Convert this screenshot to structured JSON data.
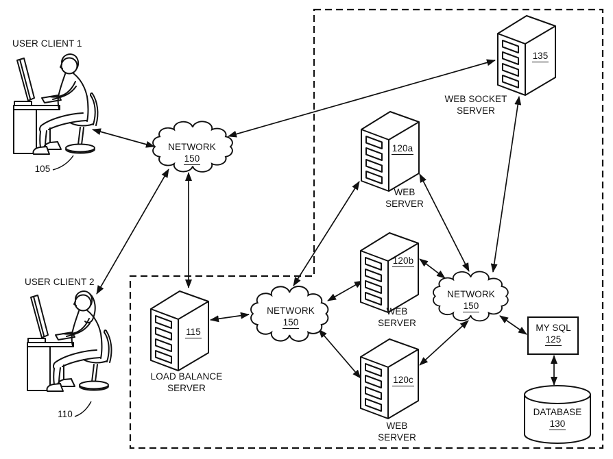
{
  "diagram": {
    "colors": {
      "background": "#ffffff",
      "line": "#111111"
    },
    "nodes": {
      "user_client_1": {
        "label": "USER CLIENT 1",
        "ref": "105",
        "type": "user-workstation"
      },
      "user_client_2": {
        "label": "USER CLIENT 2",
        "ref": "110",
        "type": "user-workstation"
      },
      "network_upper": {
        "label": "NETWORK",
        "ref": "150",
        "type": "cloud"
      },
      "network_middle": {
        "label": "NETWORK",
        "ref": "150",
        "type": "cloud"
      },
      "network_right": {
        "label": "NETWORK",
        "ref": "150",
        "type": "cloud"
      },
      "web_socket_server": {
        "label": "WEB SOCKET SERVER",
        "ref": "135",
        "type": "server-tower"
      },
      "web_server_a": {
        "label": "WEB SERVER",
        "ref": "120a",
        "type": "server-tower"
      },
      "web_server_b": {
        "label": "WEB SERVER",
        "ref": "120b",
        "type": "server-tower"
      },
      "web_server_c": {
        "label": "WEB SERVER",
        "ref": "120c",
        "type": "server-tower"
      },
      "load_balance_server": {
        "label": "LOAD BALANCE SERVER",
        "ref": "115",
        "type": "server-tower"
      },
      "mysql": {
        "label": "MY SQL",
        "ref": "125",
        "type": "box"
      },
      "database": {
        "label": "DATABASE",
        "ref": "130",
        "type": "cylinder"
      }
    },
    "connections": [
      {
        "from": "user_client_1",
        "to": "network_upper",
        "bidirectional": true
      },
      {
        "from": "user_client_2",
        "to": "network_upper",
        "bidirectional": true
      },
      {
        "from": "network_upper",
        "to": "web_socket_server",
        "bidirectional": true
      },
      {
        "from": "network_upper",
        "to": "load_balance_server",
        "bidirectional": true
      },
      {
        "from": "load_balance_server",
        "to": "network_middle",
        "bidirectional": true
      },
      {
        "from": "network_middle",
        "to": "web_server_a",
        "bidirectional": true
      },
      {
        "from": "network_middle",
        "to": "web_server_b",
        "bidirectional": true
      },
      {
        "from": "network_middle",
        "to": "web_server_c",
        "bidirectional": true
      },
      {
        "from": "web_server_a",
        "to": "network_right",
        "bidirectional": true
      },
      {
        "from": "web_server_b",
        "to": "network_right",
        "bidirectional": true
      },
      {
        "from": "web_server_c",
        "to": "network_right",
        "bidirectional": true
      },
      {
        "from": "network_right",
        "to": "web_socket_server",
        "bidirectional": true
      },
      {
        "from": "network_right",
        "to": "mysql",
        "bidirectional": true
      },
      {
        "from": "mysql",
        "to": "database",
        "bidirectional": true
      }
    ]
  }
}
